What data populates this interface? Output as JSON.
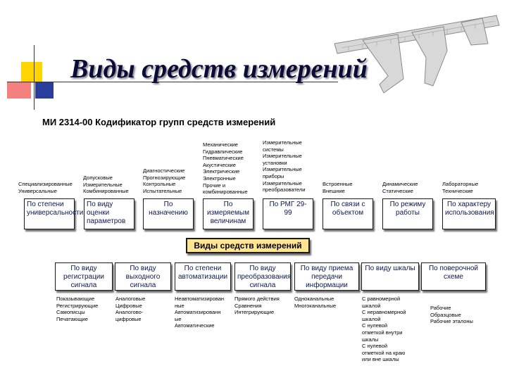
{
  "title": "Виды средств измерений",
  "subtitle": "МИ 2314-00 Кодификатор групп средств измерений",
  "center_label": "Виды средств измерений",
  "top_groups": [
    {
      "label": "По степени универсальности",
      "items": [
        "Специализированные",
        "Универсальные"
      ]
    },
    {
      "label": "По виду оценки параметров",
      "items": [
        "Допусковые",
        "Измерительные",
        "Комбинированные"
      ]
    },
    {
      "label": "По назначению",
      "items": [
        "Диагностические",
        "Прогнозирующие",
        "Контрольные",
        "Испытательные"
      ]
    },
    {
      "label": "По измеряемым величинам",
      "items": [
        "Механические",
        "Гидравлические",
        "Пневматические",
        "Акустические",
        "Электрические",
        "Электронные",
        "Прочие и",
        "комбинированные"
      ]
    },
    {
      "label": "По РМГ 29-99",
      "items": [
        "Измерительные",
        "системы",
        "Измерительные",
        "установки",
        "Измерительные",
        "приборы",
        "Измерительные",
        "преобразователи"
      ]
    },
    {
      "label": "По связи с объектом",
      "items": [
        "Встроенные",
        "Внешние"
      ]
    },
    {
      "label": "По режиму работы",
      "items": [
        "Динамические",
        "Статические"
      ]
    },
    {
      "label": "По характеру использования",
      "items": [
        "Лабораторные",
        "Технические"
      ]
    }
  ],
  "bottom_groups": [
    {
      "label": "По виду регистрации сигнала",
      "items": [
        "Показывающие",
        "Регистрирующие",
        "Самописцы",
        "Печатающие"
      ]
    },
    {
      "label": "По виду выходного сигнала",
      "items": [
        "Аналоговые",
        "Цифровые",
        "Аналогово-",
        "цифровые"
      ]
    },
    {
      "label": "По степени автоматизации",
      "items": [
        "Неавтоматизирован",
        "ные",
        "Автоматизированн",
        "ые",
        "Автоматические"
      ]
    },
    {
      "label": "По виду преобразования сигнала",
      "items": [
        "Прямого действия",
        "Сравнения",
        "Интегрирующие"
      ]
    },
    {
      "label": "По виду приема передачи информации",
      "items": [
        "Одноканальные",
        "Многоканальные"
      ]
    },
    {
      "label": "По виду шкалы",
      "items": [
        "С равномерной",
        "шкалой",
        "С неравномерной",
        "шкалой",
        "С нулевой",
        "отметкой внутри",
        "шкалы",
        "С нулевой",
        "отметкой на краю",
        "или вне шкалы"
      ]
    },
    {
      "label": "По поверочной схеме",
      "items": [
        "Рабочие",
        "Образцовые",
        "Рабочие эталоны"
      ]
    }
  ],
  "colors": {
    "logo_yellow": "#ffd400",
    "logo_red": "#f26a6a",
    "logo_blue": "#2a3d9a",
    "center_fill": "#ffe592",
    "box_text": "#0b1850"
  },
  "icons": [
    "caliper-image"
  ]
}
